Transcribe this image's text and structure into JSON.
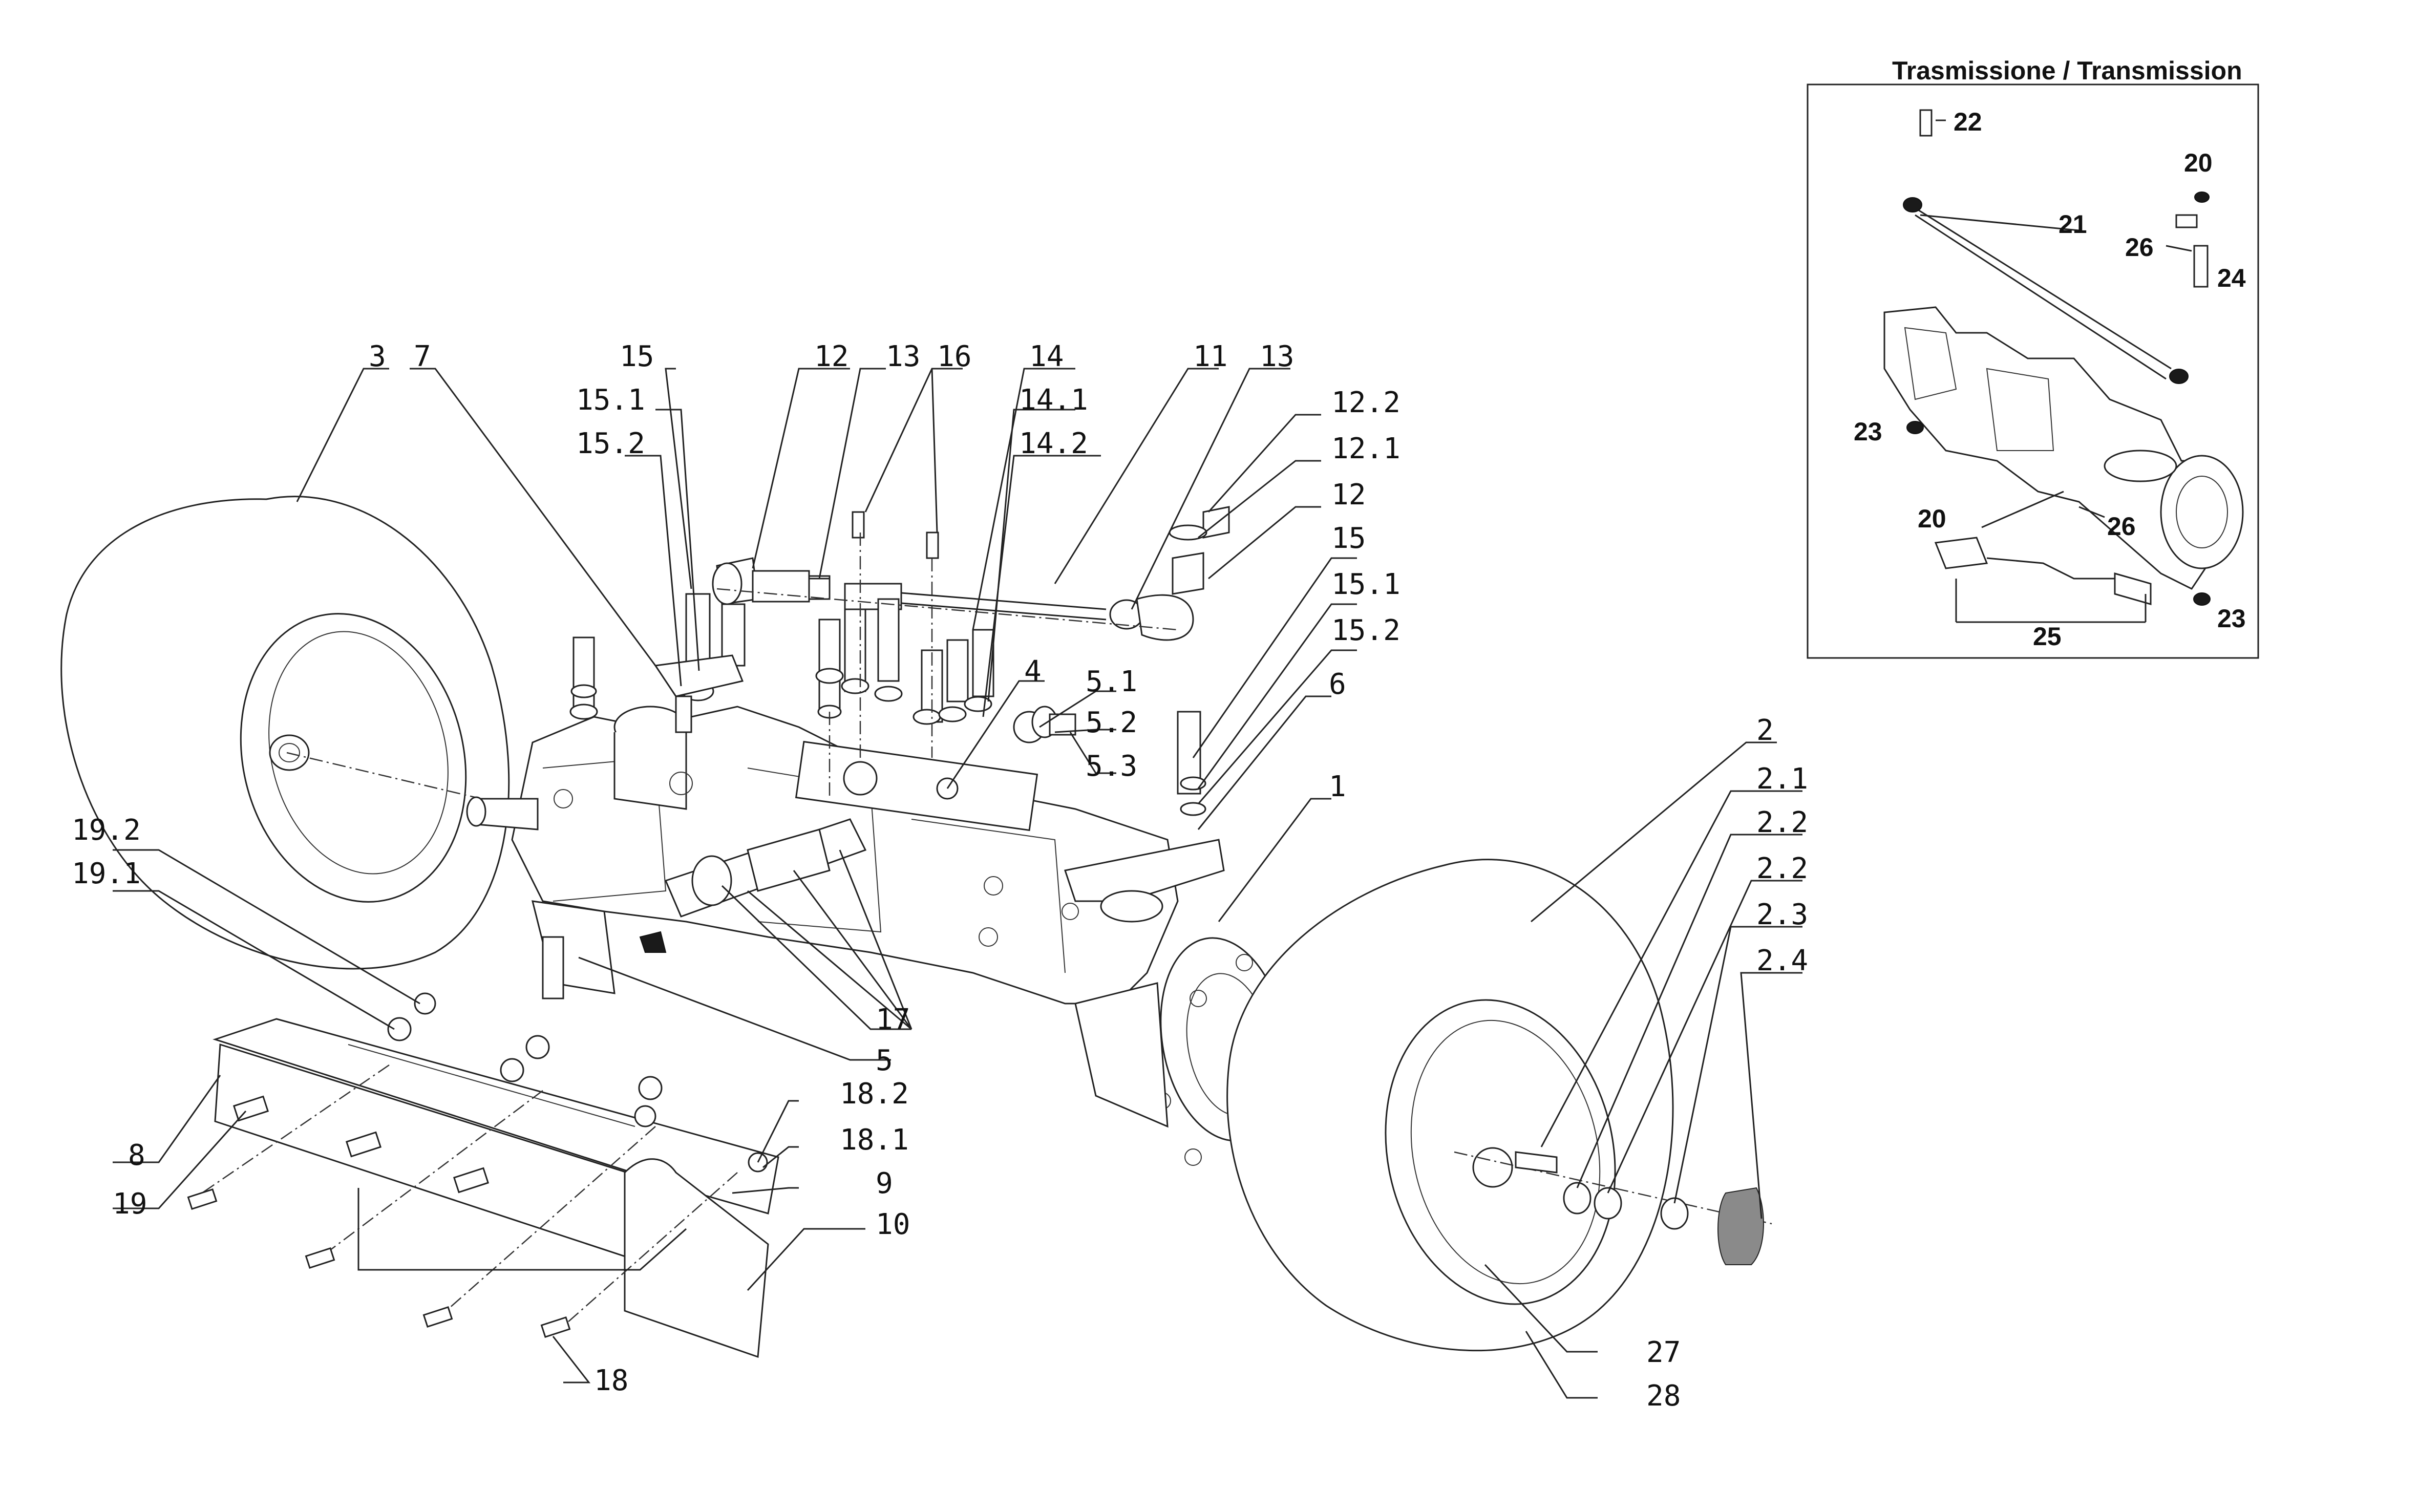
{
  "inset": {
    "title": "Trasmissione / Transmission",
    "callouts": [
      "22",
      "20",
      "21",
      "26",
      "24",
      "23",
      "20",
      "26",
      "25",
      "23"
    ]
  },
  "callouts": [
    "3",
    "7",
    "15",
    "15.1",
    "15.2",
    "12",
    "13",
    "16",
    "14",
    "14.1",
    "14.2",
    "11",
    "13",
    "12.2",
    "12.1",
    "12",
    "15",
    "15.1",
    "15.2",
    "4",
    "5.1",
    "5.2",
    "5.3",
    "6",
    "1",
    "2",
    "2.1",
    "2.2",
    "2.2",
    "2.3",
    "2.4",
    "19.2",
    "19.1",
    "17",
    "5",
    "8",
    "19",
    "18.2",
    "18.1",
    "9",
    "10",
    "18",
    "27",
    "28"
  ]
}
